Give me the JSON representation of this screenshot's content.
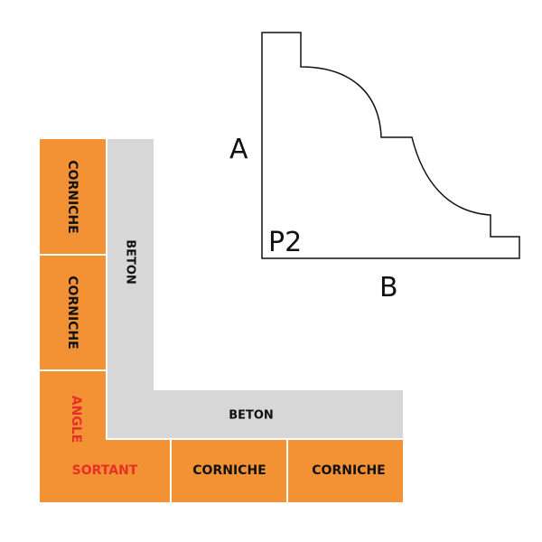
{
  "colors": {
    "orange": "#f39234",
    "gray": "#d7d7d7",
    "accent_red": "#e63027",
    "ink": "#111111",
    "divider": "#ffffff"
  },
  "assembly": {
    "vertical_blocks": [
      "CORNICHE",
      "CORNICHE"
    ],
    "corner_block": {
      "vertical_word": "ANGLE",
      "horizontal_word": "SORTANT"
    },
    "horizontal_blocks": [
      "CORNICHE",
      "CORNICHE"
    ],
    "beton_vertical": "BETON",
    "beton_horizontal": "BETON"
  },
  "profile": {
    "label_a": "A",
    "label_b": "B",
    "code": "P2"
  }
}
